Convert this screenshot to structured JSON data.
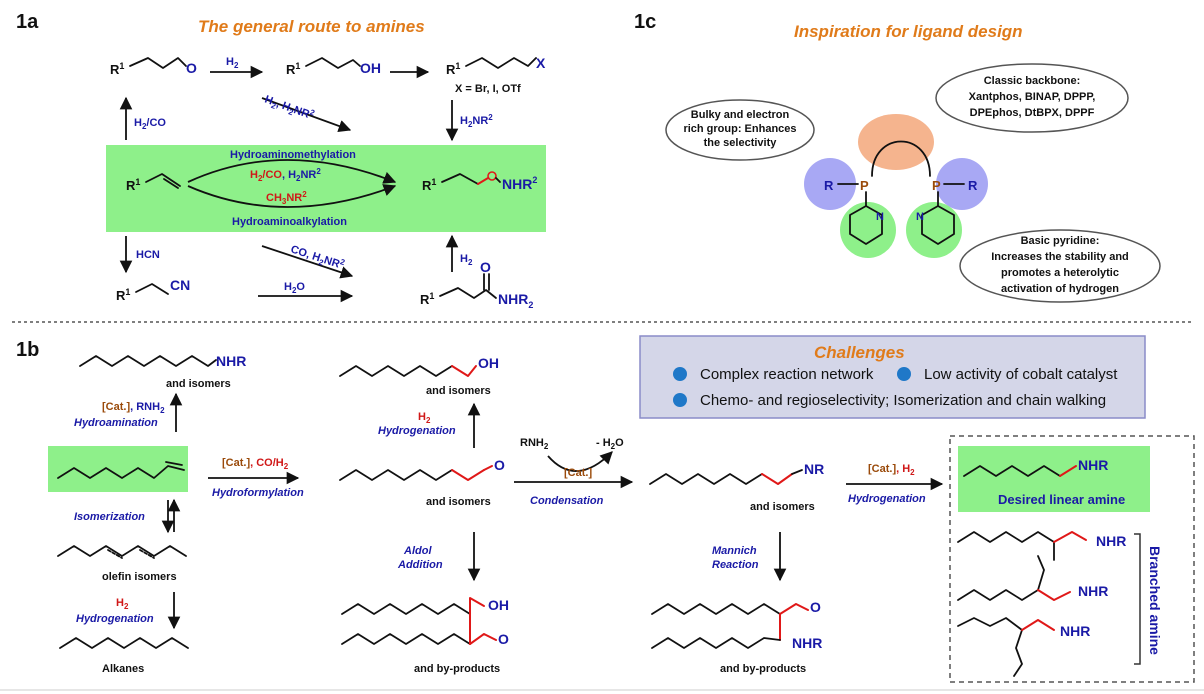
{
  "panels": {
    "a": "1a",
    "b": "1b",
    "c": "1c"
  },
  "titles": {
    "route": "The general route to amines",
    "ligand": "Inspiration for ligand design",
    "challenges": "Challenges"
  },
  "panel_a": {
    "r1": "R",
    "sup1": "1",
    "o": "O",
    "oh": "OH",
    "x": "X",
    "x_def": "X = Br, I, OTf",
    "h2": "H",
    "h2co": "H",
    "h2nr2": "H",
    "hcn": "HCN",
    "cn": "CN",
    "nhr2": "NHR",
    "nhr2_amide": "NHR",
    "o_amide": "O",
    "hydroaminomethylation": "Hydroaminomethylation",
    "hydroaminoalkylation": "Hydroaminoalkylation",
    "cond_top_red": "H",
    "cond_top_blue": ", H",
    "cond_bottom": "CH",
    "co_h2nr2": "CO, H",
    "h2o": "H"
  },
  "panel_b": {
    "nhr": "NHR",
    "oh": "OH",
    "o": "O",
    "nr": "NR",
    "and_isomers": "and isomers",
    "olefin_isomers": "olefin isomers",
    "alkanes": "Alkanes",
    "and_byproducts": "and by-products",
    "cat": "[Cat.]",
    "rnh2": ", RNH",
    "hydroamination": "Hydroamination",
    "h2": "H",
    "hydrogenation": "Hydrogenation",
    "co_h2": ", CO/H",
    "hydroformylation": "Hydroformylation",
    "isomerization": "Isomerization",
    "rnh2_reagent": "RNH",
    "minus_h2o": "- H",
    "condensation": "Condensation",
    "aldol_1": "Aldol",
    "aldol_2": "Addition",
    "mannich_1": "Mannich",
    "mannich_2": "Reaction",
    "cat_h2": ", H",
    "desired": "Desired linear amine",
    "branched": "Branched amine"
  },
  "challenges": {
    "items": [
      "Complex reaction network",
      "Low activity of cobalt catalyst",
      "Chemo- and regioselectivity; Isomerization and chain walking"
    ]
  },
  "panel_c": {
    "bubble_bulky": [
      "Bulky and electron",
      "rich group: Enhances",
      "the selectivity"
    ],
    "bubble_backbone": [
      "Classic backbone:",
      "Xantphos, BINAP, DPPP,",
      "DPEphos, DtBPX, DPPF"
    ],
    "bubble_pyridine": [
      "Basic pyridine:",
      "Increases the stability and",
      "promotes a heterolytic",
      "activation of hydrogen"
    ],
    "r": "R",
    "p": "P",
    "n": "N"
  },
  "colors": {
    "green_box": "#8ef08a",
    "title_orange": "#e07b1a",
    "blue_text": "#1a1aa6",
    "red_text": "#d01818",
    "challenge_box": "#d4d6e8",
    "challenge_dot": "#1f78c8",
    "purple_circle": "#a8a8f4",
    "green_circle": "#8ef08a",
    "peach_ellipse": "#f5b48e"
  }
}
